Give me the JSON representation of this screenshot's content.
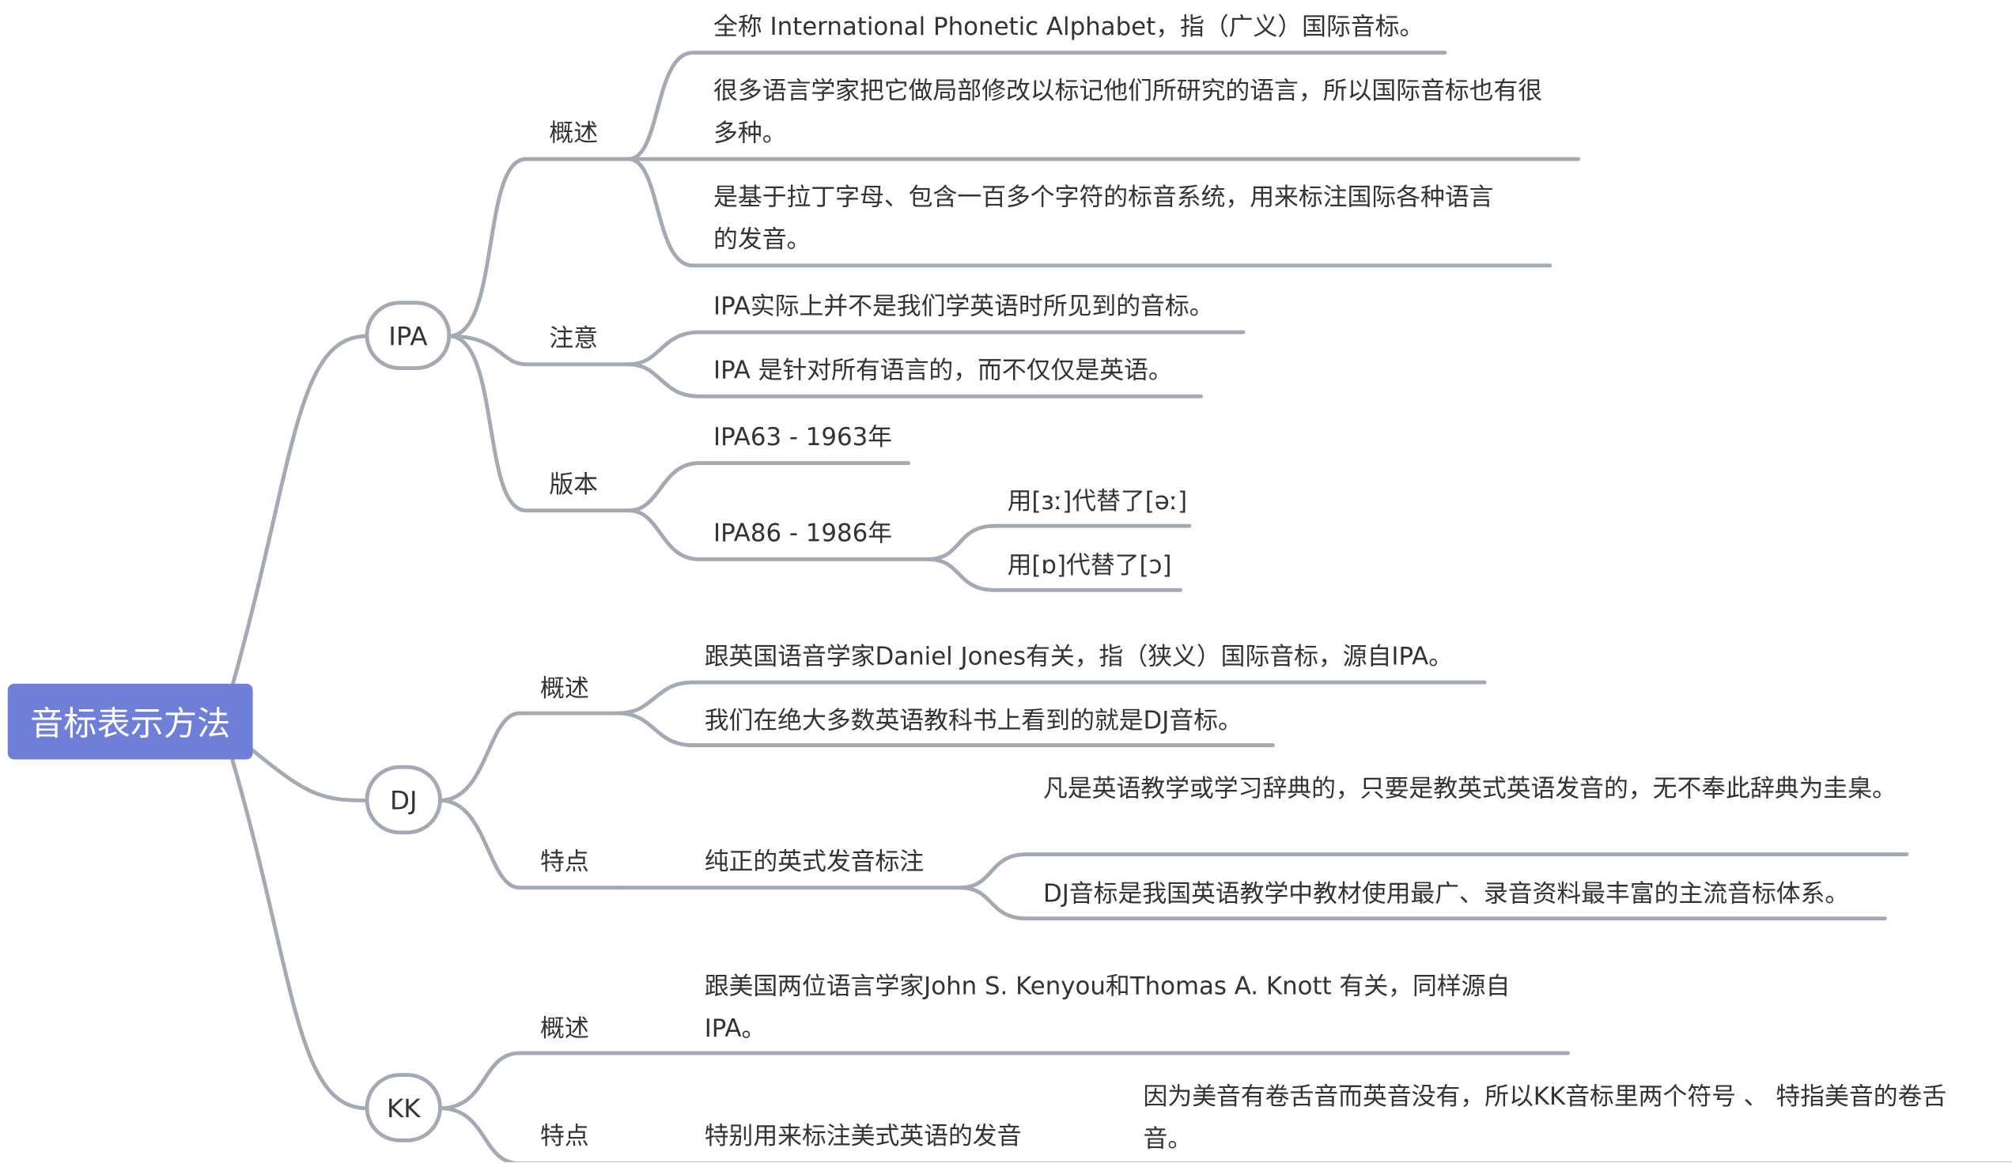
{
  "colors": {
    "root_fill": "#6f7fd8",
    "root_text": "#ffffff",
    "line": "#a3aab2",
    "text": "#333333"
  },
  "root": "音标表示方法",
  "ipa": {
    "label": "IPA",
    "overview": {
      "label": "概述",
      "items": [
        "全称 International Phonetic Alphabet，指（广义）国际音标。",
        "很多语言学家把它做局部修改以标记他们所研究的语言，所以国际音标也有很多种。",
        "是基于拉丁字母、包含一百多个字符的标音系统，用来标注国际各种语言的发音。"
      ]
    },
    "note": {
      "label": "注意",
      "items": [
        "IPA实际上并不是我们学英语时所见到的音标。",
        "IPA 是针对所有语言的，而不仅仅是英语。"
      ]
    },
    "version": {
      "label": "版本",
      "ipa63": "IPA63 - 1963年",
      "ipa86": "IPA86 - 1986年",
      "ipa86_items": [
        "用[ɜː]代替了[əː]",
        "用[ɒ]代替了[ɔ]"
      ]
    }
  },
  "dj": {
    "label": "DJ",
    "overview": {
      "label": "概述",
      "items": [
        "跟英国语音学家Daniel Jones有关，指（狭义）国际音标，源自IPA。",
        "我们在绝大多数英语教科书上看到的就是DJ音标。"
      ]
    },
    "feature": {
      "label": "特点",
      "sub": "纯正的英式发音标注",
      "items": [
        "凡是英语教学或学习辞典的，只要是教英式英语发音的，无不奉此辞典为圭臬。",
        "DJ音标是我国英语教学中教材使用最广、录音资料最丰富的主流音标体系。"
      ]
    }
  },
  "kk": {
    "label": "KK",
    "overview": {
      "label": "概述",
      "items": [
        "跟美国两位语言学家John S. Kenyou和Thomas A. Knott 有关，同样源自IPA。"
      ]
    },
    "feature": {
      "label": "特点",
      "sub": "特别用来标注美式英语的发音",
      "items": [
        "因为美音有卷舌音而英音没有，所以KK音标里两个符号 、 特指美音的卷舌音。"
      ]
    }
  }
}
